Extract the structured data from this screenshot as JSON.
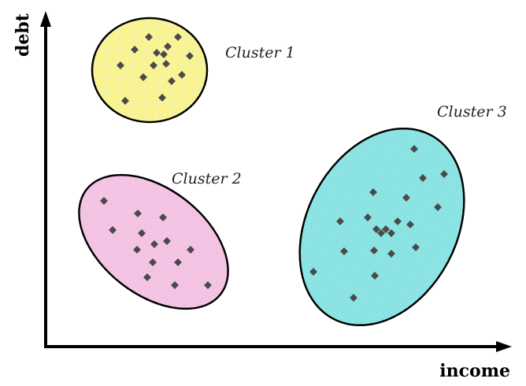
{
  "axes": {
    "x_label": "income",
    "y_label": "debt"
  },
  "clusters": [
    {
      "label": "Cluster 1",
      "fill": "#f7f28a",
      "points": [
        [
          189,
          47
        ],
        [
          226,
          47
        ],
        [
          213,
          59
        ],
        [
          171,
          63
        ],
        [
          199,
          67
        ],
        [
          208,
          69
        ],
        [
          241,
          71
        ],
        [
          153,
          83
        ],
        [
          195,
          83
        ],
        [
          211,
          81
        ],
        [
          231,
          95
        ],
        [
          182,
          98
        ],
        [
          218,
          103
        ],
        [
          206,
          124
        ],
        [
          159,
          128
        ]
      ]
    },
    {
      "label": "Cluster 2",
      "fill": "#f2bde0",
      "points": [
        [
          132,
          255
        ],
        [
          175,
          271
        ],
        [
          207,
          276
        ],
        [
          143,
          292
        ],
        [
          180,
          296
        ],
        [
          212,
          306
        ],
        [
          196,
          310
        ],
        [
          174,
          317
        ],
        [
          242,
          317
        ],
        [
          194,
          333
        ],
        [
          226,
          333
        ],
        [
          187,
          352
        ],
        [
          222,
          362
        ],
        [
          264,
          362
        ]
      ]
    },
    {
      "label": "Cluster 3",
      "fill": "#7fe0e0",
      "points": [
        [
          526,
          189
        ],
        [
          537,
          226
        ],
        [
          564,
          221
        ],
        [
          474,
          244
        ],
        [
          516,
          251
        ],
        [
          556,
          263
        ],
        [
          467,
          276
        ],
        [
          432,
          281
        ],
        [
          505,
          281
        ],
        [
          521,
          285
        ],
        [
          478,
          291
        ],
        [
          490,
          291
        ],
        [
          484,
          296
        ],
        [
          497,
          296
        ],
        [
          437,
          319
        ],
        [
          475,
          318
        ],
        [
          528,
          314
        ],
        [
          497,
          322
        ],
        [
          398,
          345
        ],
        [
          476,
          350
        ],
        [
          449,
          378
        ]
      ]
    }
  ],
  "colors": {
    "outline": "#000000",
    "point": "#4a4a4a"
  }
}
